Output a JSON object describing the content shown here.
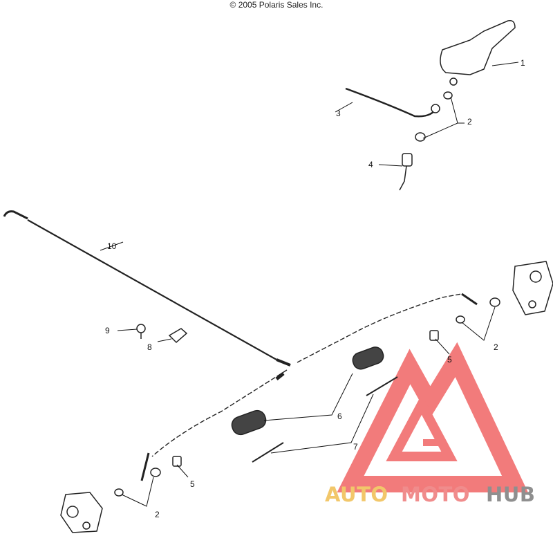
{
  "copyright": "© 2005 Polaris Sales Inc.",
  "callouts": [
    {
      "id": "c1",
      "label": "1"
    },
    {
      "id": "c2a",
      "label": "2"
    },
    {
      "id": "c3",
      "label": "3"
    },
    {
      "id": "c4",
      "label": "4"
    },
    {
      "id": "c10",
      "label": "10"
    },
    {
      "id": "c9",
      "label": "9"
    },
    {
      "id": "c8",
      "label": "8"
    },
    {
      "id": "c5a",
      "label": "5"
    },
    {
      "id": "c2b",
      "label": "2"
    },
    {
      "id": "c6",
      "label": "6"
    },
    {
      "id": "c7",
      "label": "7"
    },
    {
      "id": "c5b",
      "label": "5"
    },
    {
      "id": "c2c",
      "label": "2"
    }
  ],
  "watermark": {
    "auto": "AUTO",
    "moto": "MOTO",
    "hub": "HUB",
    "colors": {
      "auto": "#f2c76a",
      "moto": "#f08c8c",
      "hub": "#8f8f8f",
      "triangle": "#f06464"
    }
  }
}
